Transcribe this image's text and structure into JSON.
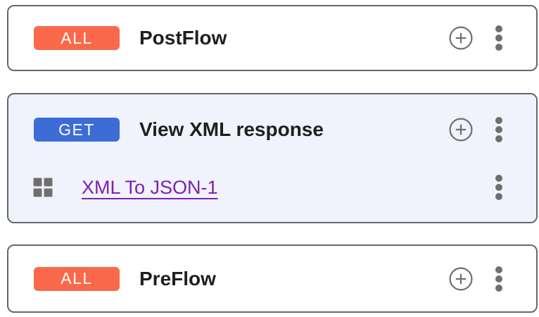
{
  "colors": {
    "method_all_badge": "#f9694a",
    "method_get_badge": "#3d6cd7",
    "selected_card_background": "#f0f3fc",
    "card_border": "#64676e",
    "policy_link": "#8021ae",
    "icon_gray": "#6f6f6f",
    "title_text": "#1f1f1f"
  },
  "icons": {
    "add_step": "plus-circle-icon",
    "more_options": "kebab-menu-icon",
    "policy_handle": "drag-handle-grid-icon"
  },
  "cards": [
    {
      "title": "PostFlow",
      "method_badge": "ALL"
    },
    {
      "title": "View XML response",
      "method_badge": "GET",
      "policies": [
        {
          "name": "XML To JSON-1"
        }
      ]
    },
    {
      "title": "PreFlow",
      "method_badge": "ALL"
    }
  ]
}
